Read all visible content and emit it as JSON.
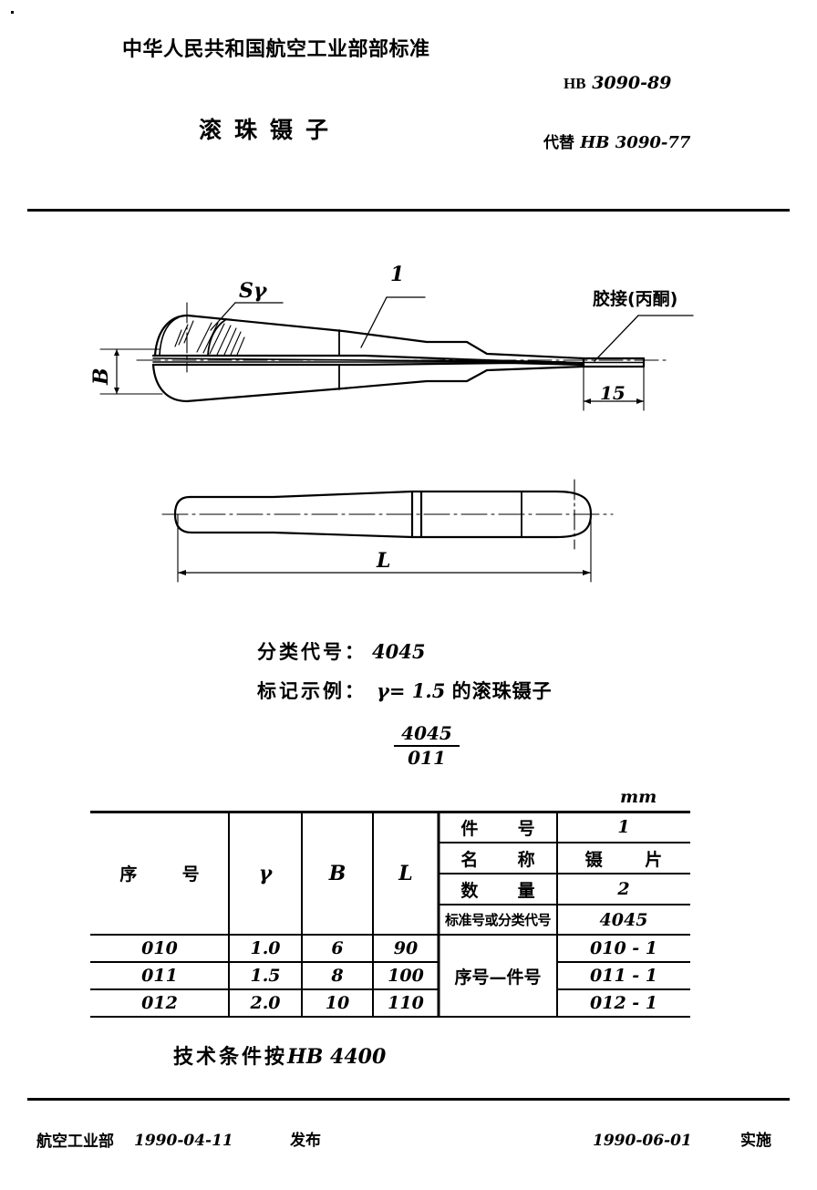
{
  "header": {
    "org_title": "中华人民共和国航空工业部部标准",
    "standard_prefix": "HB",
    "standard_number": "3090-89",
    "doc_title": "滚珠镊子",
    "replaces_label": "代替",
    "replaces_value": "HB 3090-77"
  },
  "drawing": {
    "labels": {
      "ball_radius": "Sγ",
      "part_number": "1",
      "bond_note": "胶接(丙酮)",
      "width_dim": "B",
      "bond_length_dim": "15",
      "overall_length_dim": "L"
    }
  },
  "spec": {
    "class_label": "分类代号：",
    "class_value": "4045",
    "mark_label": "标记示例：",
    "mark_value_prefix": "γ= 1.5",
    "mark_value_suffix": "的滚珠镊子",
    "mark_fraction_numerator": "4045",
    "mark_fraction_denominator": "011"
  },
  "tables": {
    "unit": "mm",
    "dimension_table": {
      "headers": [
        "序  号",
        "γ",
        "B",
        "L"
      ],
      "rows": [
        [
          "010",
          "1.0",
          "6",
          "90"
        ],
        [
          "011",
          "1.5",
          "8",
          "100"
        ],
        [
          "012",
          "2.0",
          "10",
          "110"
        ]
      ]
    },
    "parts_table": {
      "rows": [
        {
          "label": "件  号",
          "value": "1"
        },
        {
          "label": "名  称",
          "value": "镊    片"
        },
        {
          "label": "数  量",
          "value": "2"
        },
        {
          "label": "标准号或分类代号",
          "value": "4045"
        }
      ],
      "mapping_label": "序号—件号",
      "mapping_values": [
        "010 - 1",
        "011 - 1",
        "012 - 1"
      ]
    }
  },
  "tech_note": {
    "cn": "技术条件按",
    "ref": "HB 4400"
  },
  "footer": {
    "issuer": "航空工业部",
    "issue_date": "1990-04-11",
    "issue_action": "发布",
    "effective_date": "1990-06-01",
    "effective_action": "实施"
  }
}
